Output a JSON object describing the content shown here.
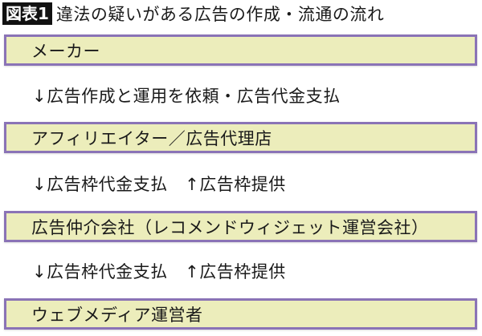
{
  "header": {
    "badge": "図表1",
    "title": "違法の疑いがある広告の作成・流通の流れ"
  },
  "nodes": [
    {
      "label": "メーカー"
    },
    {
      "label": "アフィリエイター／広告代理店"
    },
    {
      "label": "広告仲介会社（レコメンドウィジェット運営会社）"
    },
    {
      "label": "ウェブメディア運営者"
    }
  ],
  "flows": [
    {
      "text": "↓広告作成と運用を依頼・広告代金支払"
    },
    {
      "text": "↓広告枠代金支払　↑広告枠提供"
    },
    {
      "text": "↓広告枠代金支払　↑広告枠提供"
    }
  ],
  "colors": {
    "box_fill": "#ecedbb",
    "box_border": "#8a73b6",
    "badge_bg": "#111111"
  }
}
